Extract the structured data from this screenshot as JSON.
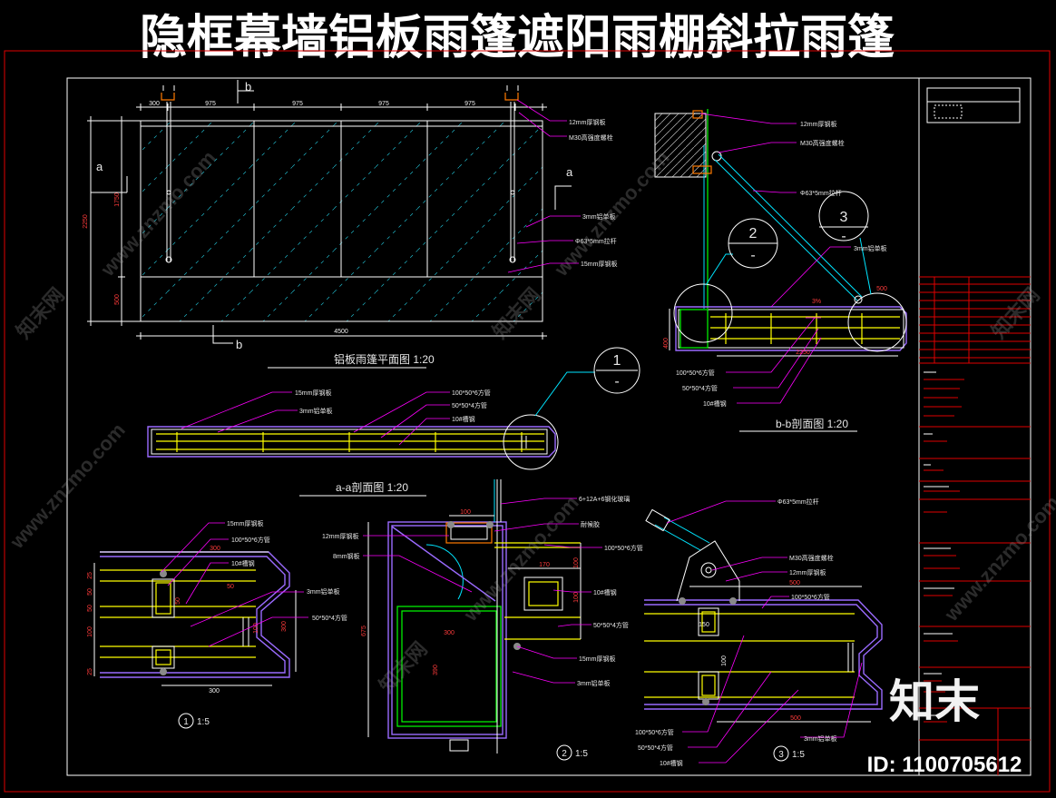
{
  "title": "隐框幕墙铝板雨篷遮阳雨棚斜拉雨篷",
  "plan": {
    "caption": "铝板雨篷平面图 1:20",
    "mark_b": "b",
    "mark_a": "a",
    "dims_top": [
      "300",
      "975",
      "975",
      "975",
      "975"
    ],
    "dim_height": "2250",
    "dim_upper": "1750",
    "dim_lower": "500",
    "dim_width": "4500",
    "labels": {
      "steel_plate_12": "12mm厚钢板",
      "bolt": "M30高强度螺栓",
      "alu_panel": "3mm铝单板",
      "rod": "Φ63*5mm拉杆",
      "steel_plate_15": "15mm厚钢板"
    }
  },
  "section_aa": {
    "caption": "a-a剖面图 1:20",
    "detail_no": "1",
    "detail_sheet": "-",
    "labels": [
      "15mm厚钢板",
      "3mm铝单板",
      "100*50*6方管",
      "50*50*4方管",
      "10#槽钢"
    ]
  },
  "section_bb": {
    "caption": "b-b剖面图 1:20",
    "detail_2": "2",
    "detail_3": "3",
    "sheet": "-",
    "labels_top": [
      "12mm厚钢板",
      "M30高强度螺栓",
      "Φ63*5mm拉杆",
      "3mm铝单板"
    ],
    "labels_bottom": [
      "100*50*6方管",
      "50*50*4方管",
      "10#槽钢"
    ],
    "dim_span": "2250",
    "dim_depth": "400",
    "dim_end": "500",
    "slope": "3%"
  },
  "detail_1": {
    "no": "1",
    "scale": "1:5",
    "labels": [
      "15mm厚钢板",
      "100*50*6方管",
      "10#槽钢",
      "3mm铝单板",
      "50*50*4方管"
    ],
    "dim_top": "300",
    "dim_bottom": "300",
    "dim_right": "300",
    "dims_left": [
      "25",
      "50",
      "50",
      "100",
      "25"
    ],
    "dims_inner": [
      "50",
      "50",
      "100"
    ]
  },
  "detail_2": {
    "no": "2",
    "scale": "1:5",
    "labels_right": [
      "6+12A+6钢化玻璃",
      "耐候胶",
      "100*50*6方管",
      "10#槽钢",
      "50*50*4方管",
      "15mm厚钢板",
      "3mm铝单板"
    ],
    "labels_left": [
      "12mm厚钢板",
      "8mm钢板"
    ],
    "dims": [
      "100",
      "170",
      "100",
      "100",
      "300",
      "390",
      "675"
    ]
  },
  "detail_3": {
    "no": "3",
    "scale": "1:5",
    "labels_top": [
      "Φ63*5mm拉杆",
      "M30高强度螺栓",
      "12mm厚钢板",
      "100*50*6方管"
    ],
    "labels_bottom": [
      "100*50*6方管",
      "50*50*4方管",
      "10#槽钢",
      "3mm铝单板"
    ],
    "dims": [
      "500",
      "150",
      "100",
      "500"
    ]
  },
  "watermark": {
    "brand": "知末",
    "id": "ID: 1100705612",
    "site": "www.znzmo.com",
    "site_cn": "知末网"
  },
  "colors": {
    "background": "#000000",
    "frame": "#e00000",
    "outline": "#ffffff",
    "leader": "#ff00ff",
    "steel_tube": "#ffff00",
    "aluminium_edge": "#9b6bff",
    "rod": "#00e5ff",
    "glass_frame": "#00ff00"
  }
}
